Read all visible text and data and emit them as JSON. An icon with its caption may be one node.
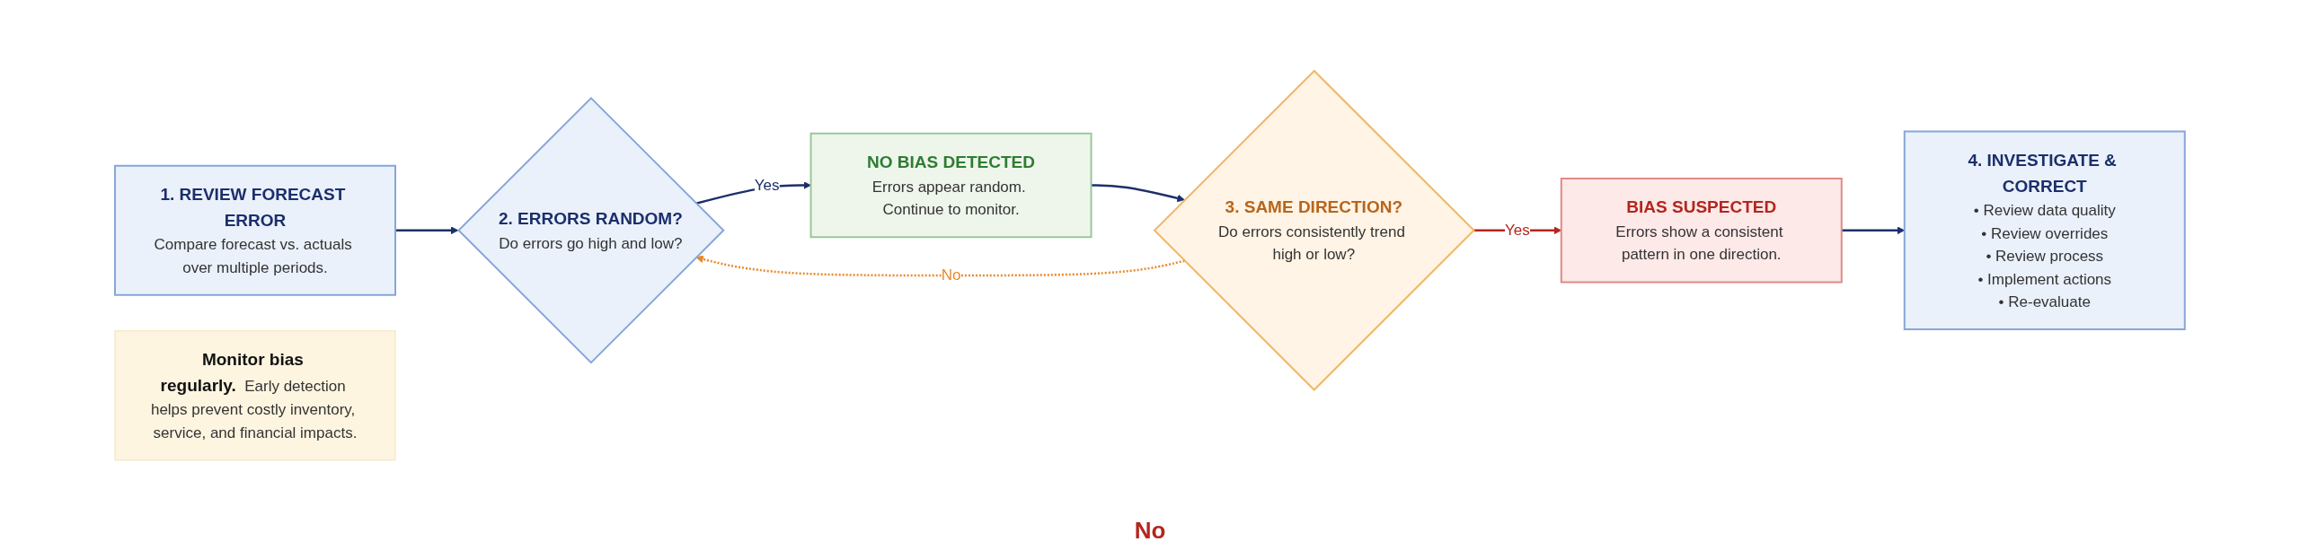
{
  "diagram": {
    "nodes": [
      {
        "text": [
          "1. REVIEW FORECAST ERROR",
          "Compare forecast vs. actuals over multiple periods."
        ]
      },
      {
        "text": [
          "2. ERRORS RANDOM?",
          "Do errors go high and low?"
        ]
      },
      {
        "text": [
          "NO BIAS DETECTED",
          "Errors appear random. Continue to monitor."
        ]
      },
      {
        "text": [
          "3. SAME DIRECTION?",
          "Do errors consistently trend high or low?"
        ]
      },
      {
        "text": [
          "BIAS SUSPECTED",
          "Errors show a consistent pattern in one direction."
        ]
      },
      {
        "text": [
          "4. INVESTIGATE & CORRECT",
          "• Review data quality",
          "• Review overrides",
          "• Review process",
          "• Implement actions",
          "• Re-evaluate"
        ]
      },
      {
        "text": [
          "Monitor bias regularly.",
          "Early detection helps prevent costly inventory, service, and financial impacts."
        ]
      }
    ],
    "edges": [
      {
        "from": 0,
        "to": 1,
        "arrow": "to"
      },
      {
        "from": 1,
        "to": 2,
        "label": "Yes",
        "arrow": "to"
      },
      {
        "from": 2,
        "to": 3,
        "arrow": "to"
      },
      {
        "from": 3,
        "to": 4,
        "label": "Yes",
        "arrow": "to",
        "color": "#b3261e"
      },
      {
        "from": 4,
        "to": 5,
        "arrow": "to"
      },
      {
        "from": 3,
        "to": 1,
        "label": "No",
        "arrow": "to",
        "style": "dashed",
        "color": "#e8892b"
      }
    ],
    "labels": [
      "No"
    ]
  }
}
